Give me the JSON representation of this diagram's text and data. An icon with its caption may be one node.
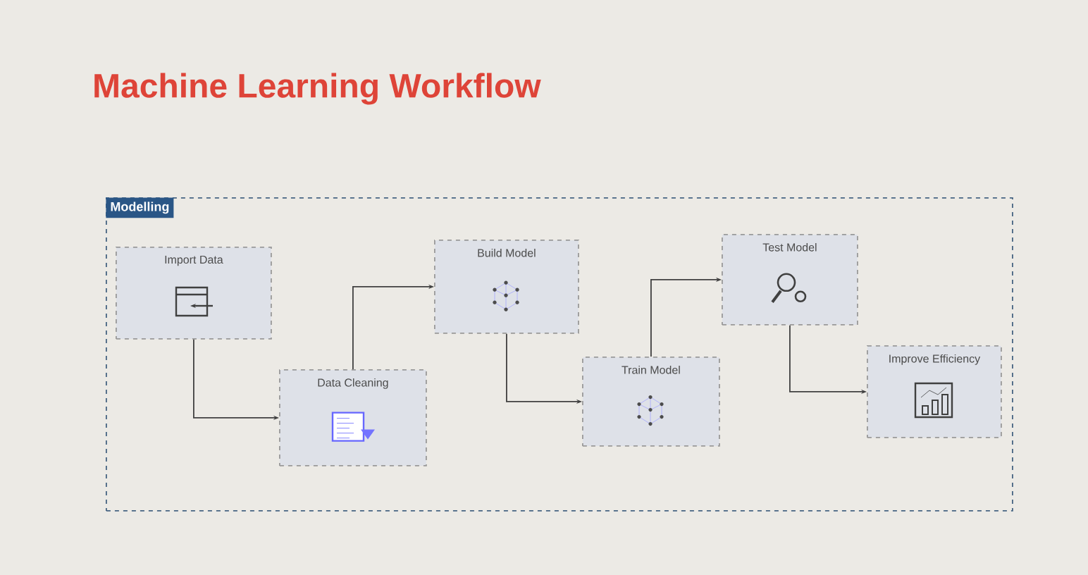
{
  "diagram": {
    "title": "Machine Learning Workflow",
    "nodes": [
      {
        "text": [
          "Modelling"
        ]
      },
      {
        "text": [
          "Import Data"
        ],
        "in": 0
      },
      {
        "text": [
          "Data Cleaning"
        ],
        "in": 0
      },
      {
        "text": [
          "Build Model"
        ],
        "in": 0
      },
      {
        "text": [
          "Train Model"
        ],
        "in": 0
      },
      {
        "text": [
          "Test Model"
        ],
        "in": 0
      },
      {
        "text": [
          "Improve Efficiency"
        ],
        "in": 0
      }
    ],
    "edges": [
      {
        "from": 1,
        "to": 2,
        "arrow": "to"
      },
      {
        "from": 2,
        "to": 3,
        "arrow": "to"
      },
      {
        "from": 3,
        "to": 4,
        "arrow": "to"
      },
      {
        "from": 4,
        "to": 5,
        "arrow": "to"
      },
      {
        "from": 5,
        "to": 6,
        "arrow": "to"
      }
    ]
  }
}
